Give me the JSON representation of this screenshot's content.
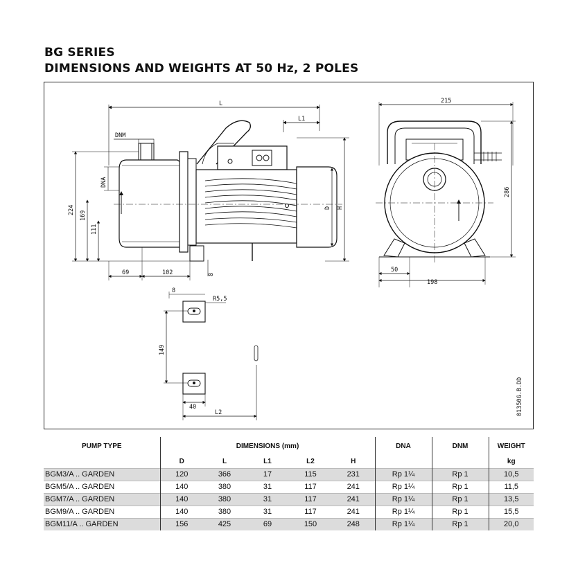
{
  "header": {
    "title_line1": "BG SERIES",
    "title_line2": "DIMENSIONS AND WEIGHTS AT 50 Hz, 2 POLES"
  },
  "drawing": {
    "labels": {
      "L": "L",
      "L1": "L1",
      "DNM": "DNM",
      "DNA": "DNA",
      "D": "D",
      "H": "H",
      "d224": "224",
      "d169": "169",
      "d111": "111",
      "d69": "69",
      "d102": "102",
      "d8a": "8",
      "d8b": "8",
      "r55": "R5,5",
      "d149": "149",
      "d40": "40",
      "L2": "L2",
      "d215": "215",
      "d286": "286",
      "d50": "50",
      "d198": "198",
      "code": "01350G.B.DD"
    }
  },
  "table": {
    "headers": {
      "pump_type": "PUMP TYPE",
      "dimensions": "DIMENSIONS (mm)",
      "dna": "DNA",
      "dnm": "DNM",
      "weight": "WEIGHT",
      "d": "D",
      "l": "L",
      "l1": "L1",
      "l2": "L2",
      "h": "H",
      "kg": "kg"
    },
    "rows": [
      {
        "type": "BGM3/A .. GARDEN",
        "d": "120",
        "l": "366",
        "l1": "17",
        "l2": "115",
        "h": "231",
        "dna": "Rp 1¼",
        "dnm": "Rp 1",
        "weight": "10,5"
      },
      {
        "type": "BGM5/A .. GARDEN",
        "d": "140",
        "l": "380",
        "l1": "31",
        "l2": "117",
        "h": "241",
        "dna": "Rp 1¼",
        "dnm": "Rp 1",
        "weight": "11,5"
      },
      {
        "type": "BGM7/A .. GARDEN",
        "d": "140",
        "l": "380",
        "l1": "31",
        "l2": "117",
        "h": "241",
        "dna": "Rp 1¼",
        "dnm": "Rp 1",
        "weight": "13,5"
      },
      {
        "type": "BGM9/A .. GARDEN",
        "d": "140",
        "l": "380",
        "l1": "31",
        "l2": "117",
        "h": "241",
        "dna": "Rp 1¼",
        "dnm": "Rp 1",
        "weight": "15,5"
      },
      {
        "type": "BGM11/A .. GARDEN",
        "d": "156",
        "l": "425",
        "l1": "69",
        "l2": "150",
        "h": "248",
        "dna": "Rp 1¼",
        "dnm": "Rp 1",
        "weight": "20,0"
      }
    ]
  }
}
